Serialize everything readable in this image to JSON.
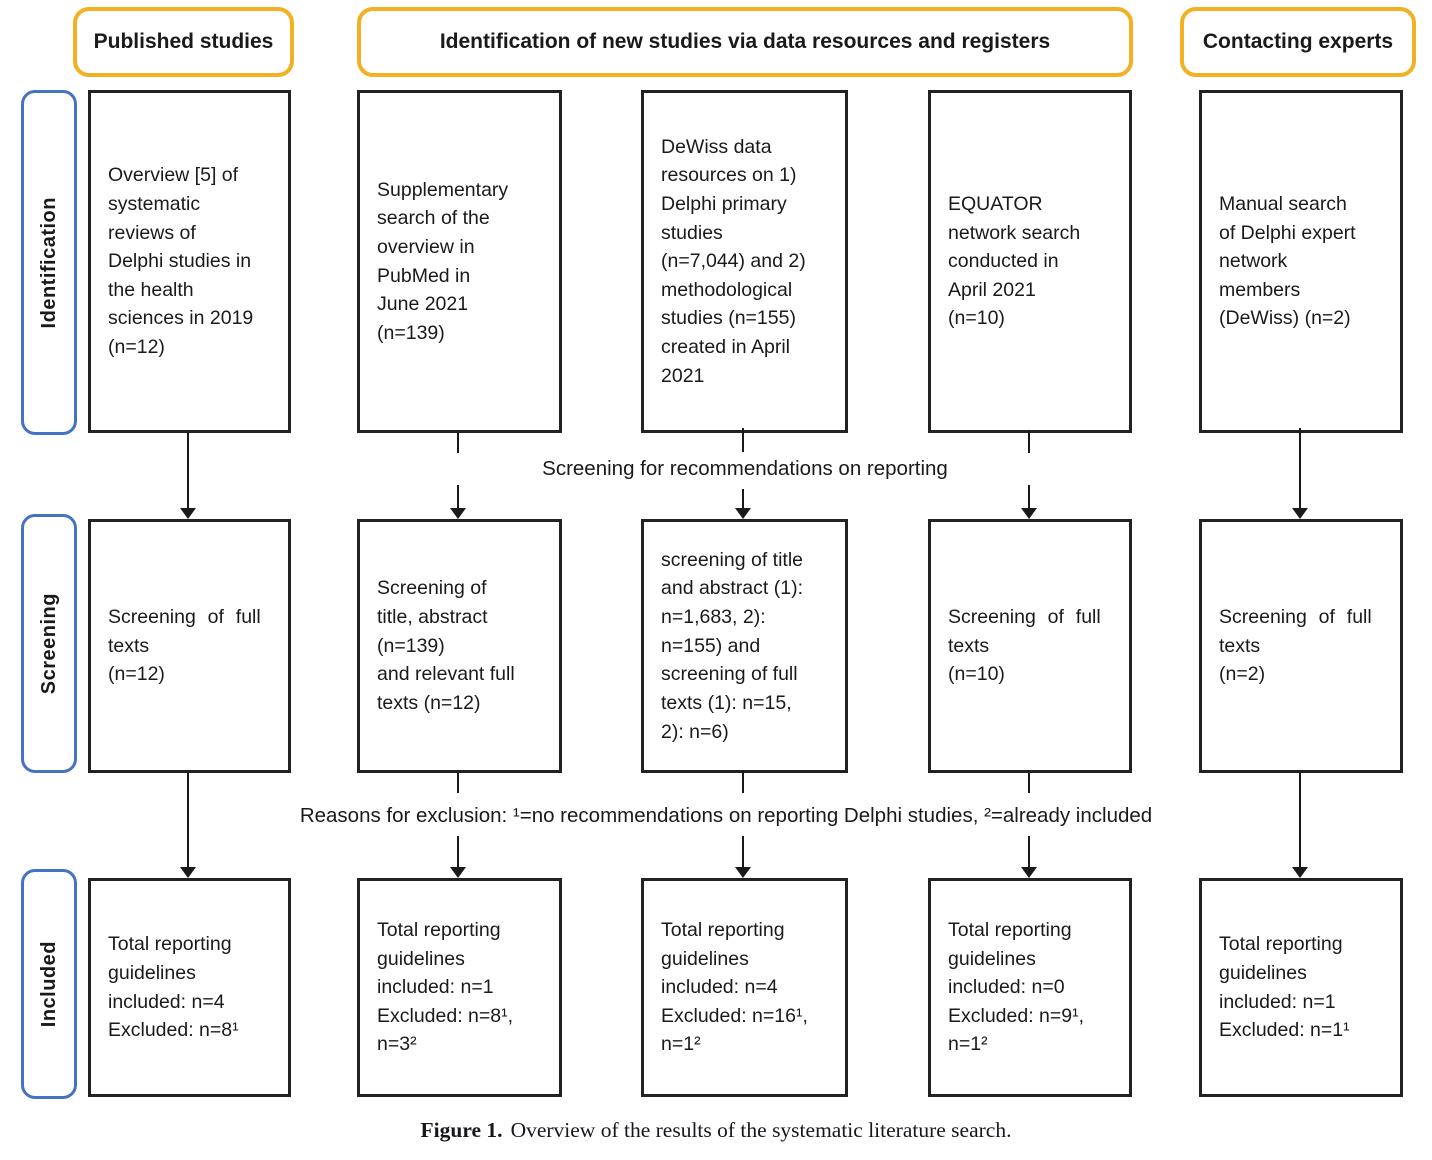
{
  "colors": {
    "header_border": "#f2b123",
    "stage_border": "#4472c4",
    "box_border": "#222222",
    "arrow_color": "#1a1a1a",
    "text_color": "#1a1a1a"
  },
  "headers": [
    {
      "label": "Published studies"
    },
    {
      "label": "Identification of new studies via data resources and registers"
    },
    {
      "label": "Contacting experts"
    }
  ],
  "stages": [
    {
      "label": "Identification"
    },
    {
      "label": "Screening"
    },
    {
      "label": "Included"
    }
  ],
  "boxes": {
    "identification": [
      {
        "text": "Overview [5] of\nsystematic\nreviews of\nDelphi studies in\nthe health\nsciences in 2019\n(n=12)"
      },
      {
        "text": "Supplementary\nsearch of the\noverview in\nPubMed in\nJune 2021\n(n=139)"
      },
      {
        "text": "DeWiss data\nresources on 1)\nDelphi primary\nstudies\n(n=7,044) and 2)\nmethodological\nstudies (n=155)\ncreated in April\n2021"
      },
      {
        "text": "EQUATOR\nnetwork search\nconducted in\nApril 2021\n(n=10)"
      },
      {
        "text": "Manual search\nof Delphi expert\nnetwork\nmembers\n(DeWiss) (n=2)"
      }
    ],
    "screening": [
      {
        "text": "Screening of full\ntexts\n(n=12)"
      },
      {
        "text": "Screening of\ntitle, abstract\n(n=139)\nand relevant full\ntexts (n=12)"
      },
      {
        "text": "screening of title\nand abstract (1):\nn=1,683, 2):\nn=155) and\nscreening of full\ntexts (1): n=15,\n2): n=6)"
      },
      {
        "text": "Screening of full\ntexts\n(n=10)"
      },
      {
        "text": "Screening of full\ntexts\n(n=2)"
      }
    ],
    "included": [
      {
        "text": "Total reporting\nguidelines\nincluded: n=4\nExcluded: n=8¹"
      },
      {
        "text": "Total reporting\nguidelines\nincluded: n=1\nExcluded: n=8¹,\nn=3²"
      },
      {
        "text": "Total reporting\nguidelines\nincluded: n=4\nExcluded: n=16¹,\nn=1²"
      },
      {
        "text": "Total reporting\nguidelines\nincluded: n=0\nExcluded: n=9¹,\nn=1²"
      },
      {
        "text": "Total reporting\nguidelines\nincluded: n=1\nExcluded: n=1¹"
      }
    ]
  },
  "connector_notes": {
    "screening_note": "Screening for recommendations on reporting",
    "exclusion_note": "Reasons for exclusion: ¹=no recommendations on reporting Delphi studies, ²=already included"
  },
  "figure": {
    "caption_label": "Figure 1.",
    "caption_text": "Overview of the results of the systematic literature search."
  }
}
